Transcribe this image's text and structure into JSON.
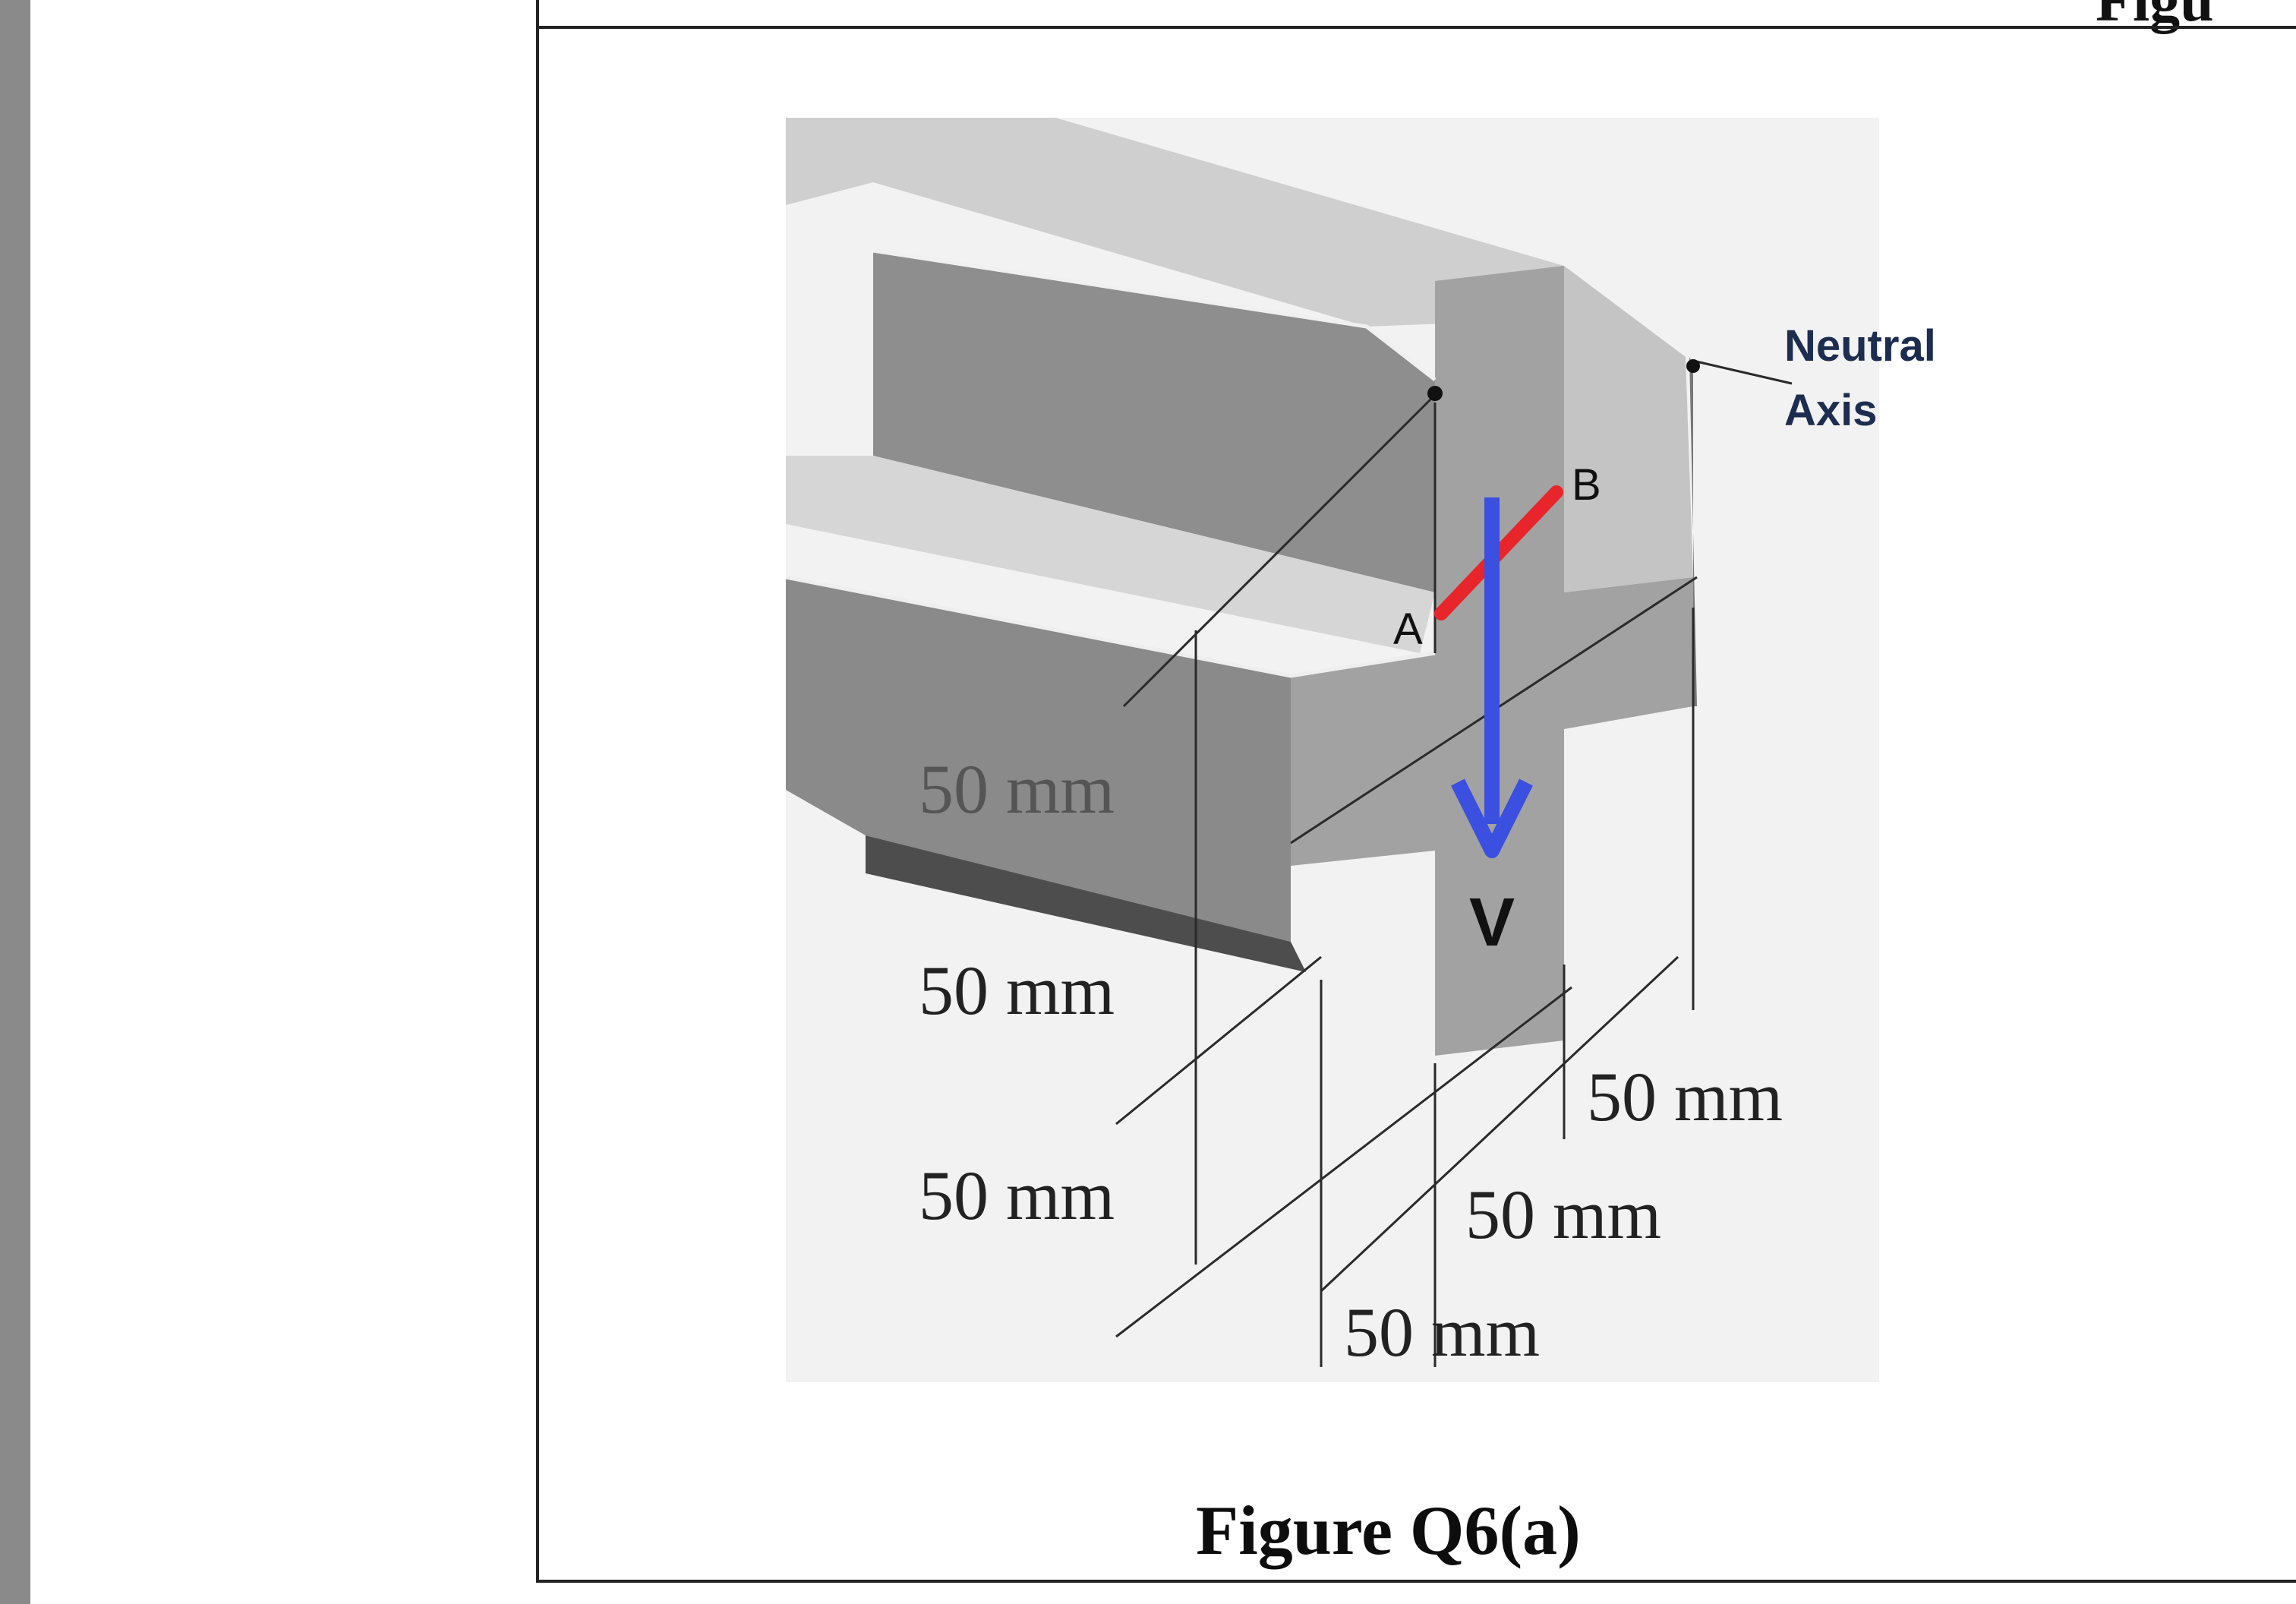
{
  "header": {
    "cut_title": "Figu"
  },
  "figure": {
    "caption": "Figure Q6(a)",
    "neutral_axis_label_line1": "Neutral",
    "neutral_axis_label_line2": "Axis",
    "point_a_label": "A",
    "point_b_label": "B",
    "shear_force_label": "V",
    "dimensions": {
      "left_top": "50 mm",
      "left_middle": "50 mm",
      "left_bottom": "50 mm",
      "bottom_right": "50 mm",
      "bottom_middle": "50 mm",
      "bottom_left": "50 mm"
    },
    "colors": {
      "ab_line": "#e8252a",
      "shear_arrow": "#3b4fe0",
      "beam_light": "#c9c9c9",
      "beam_mid": "#9a9a9a",
      "beam_dark": "#6e6e6e"
    }
  }
}
